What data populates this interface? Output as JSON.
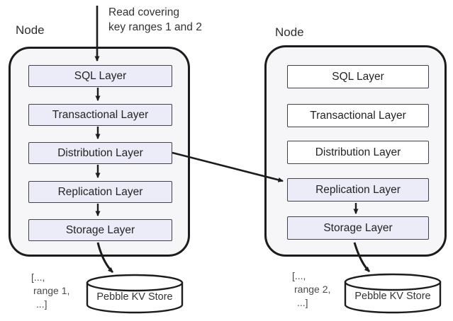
{
  "colors": {
    "highlight": "#ECEBF8",
    "node-bg": "#F6F6F9",
    "stroke": "#1C1C1C",
    "box-border": "#41414B",
    "text": "#2E2E2E"
  },
  "annotation": {
    "line1": "Read covering",
    "line2": "key ranges 1 and 2"
  },
  "nodes": [
    {
      "label": "Node",
      "layers": [
        {
          "label": "SQL Layer",
          "highlighted": true
        },
        {
          "label": "Transactional Layer",
          "highlighted": true
        },
        {
          "label": "Distribution Layer",
          "highlighted": true
        },
        {
          "label": "Replication Layer",
          "highlighted": true
        },
        {
          "label": "Storage Layer",
          "highlighted": true
        }
      ],
      "store_label": "Pebble KV Store",
      "range_note": [
        "[...,",
        "range 1,",
        "...]"
      ]
    },
    {
      "label": "Node",
      "layers": [
        {
          "label": "SQL Layer",
          "highlighted": false
        },
        {
          "label": "Transactional Layer",
          "highlighted": false
        },
        {
          "label": "Distribution Layer",
          "highlighted": false
        },
        {
          "label": "Replication Layer",
          "highlighted": true
        },
        {
          "label": "Storage Layer",
          "highlighted": true
        }
      ],
      "store_label": "Pebble KV Store",
      "range_note": [
        "[...,",
        "range 2,",
        "...]"
      ]
    }
  ]
}
